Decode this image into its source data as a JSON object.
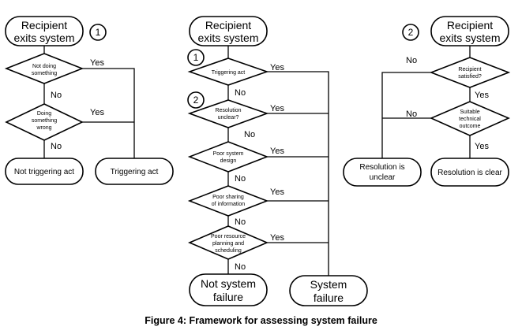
{
  "caption": "Figure 4: Framework for assessing system failure",
  "left": {
    "start": [
      "Recipient",
      "exits system"
    ],
    "badge": "1",
    "d1": [
      "Not doing",
      "something"
    ],
    "d1_yes": "Yes",
    "d1_no": "No",
    "d2": [
      "Doing",
      "something",
      "wrong"
    ],
    "d2_yes": "Yes",
    "d2_no": "No",
    "end_no": "Not triggering act",
    "end_yes": "Triggering act"
  },
  "middle": {
    "start": [
      "Recipient",
      "exits system"
    ],
    "badge1": "1",
    "badge2": "2",
    "d1": [
      "Triggering act"
    ],
    "d2": [
      "Resolution",
      "unclear?"
    ],
    "d3": [
      "Poor system",
      "design"
    ],
    "d4": [
      "Poor sharing",
      "of information"
    ],
    "d5": [
      "Poor resource",
      "planning and",
      "scheduling"
    ],
    "yes": "Yes",
    "no": "No",
    "end_not": [
      "Not system",
      "failure"
    ],
    "end_sys": [
      "System",
      "failure"
    ]
  },
  "right": {
    "start": [
      "Recipient",
      "exits system"
    ],
    "badge": "2",
    "d1": [
      "Recipient",
      "satisfied?"
    ],
    "d2": [
      "Suitable",
      "technical",
      "outcome"
    ],
    "d1_no": "No",
    "d1_yes": "Yes",
    "d2_no": "No",
    "d2_yes": "Yes",
    "end_unclear": [
      "Resolution is",
      "unclear"
    ],
    "end_clear": "Resolution is clear"
  }
}
